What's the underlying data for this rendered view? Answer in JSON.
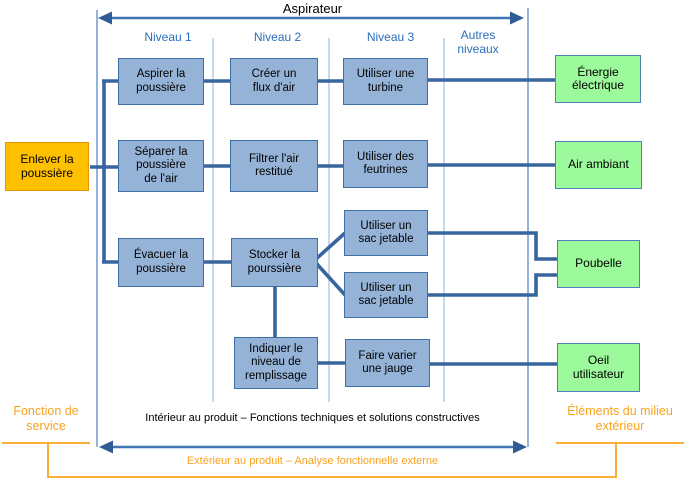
{
  "title": "Aspirateur",
  "headers": {
    "n1": "Niveau 1",
    "n2": "Niveau 2",
    "n3": "Niveau 3",
    "autres": "Autres\nniveaux"
  },
  "service": {
    "label": "Enlever la\npoussière"
  },
  "functions": {
    "aspirer": "Aspirer la\npoussière",
    "separer": "Séparer la\npoussière\nde l'air",
    "evacuer": "Évacuer la\npoussière",
    "creer": "Créer un\nflux d'air",
    "filtrer": "Filtrer l'air\nrestitué",
    "stocker": "Stocker la\npourssière",
    "indiquer": "Indiquer le\nniveau de\nremplissage",
    "turbine": "Utiliser une\nturbine",
    "feutrines": "Utiliser des\nfeutrines",
    "sac1": "Utiliser un\nsac jetable",
    "sac2": "Utiliser un\nsac jetable",
    "jauge": "Faire varier\nune jauge"
  },
  "external": {
    "energie": "Énergie\nélectrique",
    "air": "Air ambiant",
    "poubelle": "Poubelle",
    "oeil": "Oeil\nutilisateur"
  },
  "footer": {
    "interior": "Intérieur au produit – Fonctions techniques et solutions constructives",
    "exterior": "Extérieur au produit – Analyse fonctionnelle externe",
    "left": "Fonction de\nservice",
    "right": "Éléments du milieu\nextérieur"
  },
  "colors": {
    "conn": "#38659E",
    "thin": "#4F81BD",
    "col": "#8FB3DC",
    "arrow": "#4176B5",
    "arrowhead": "#2F5C94",
    "orange": "#FAA21E",
    "bluefill": "#95B3D7",
    "blueborder": "#3E6FA8",
    "greenfill": "#9CFA9C",
    "greenborder": "#4F81BD",
    "yellowfill": "#FFC000",
    "yellowborder": "#E69500",
    "headertext": "#2A6EBB"
  }
}
